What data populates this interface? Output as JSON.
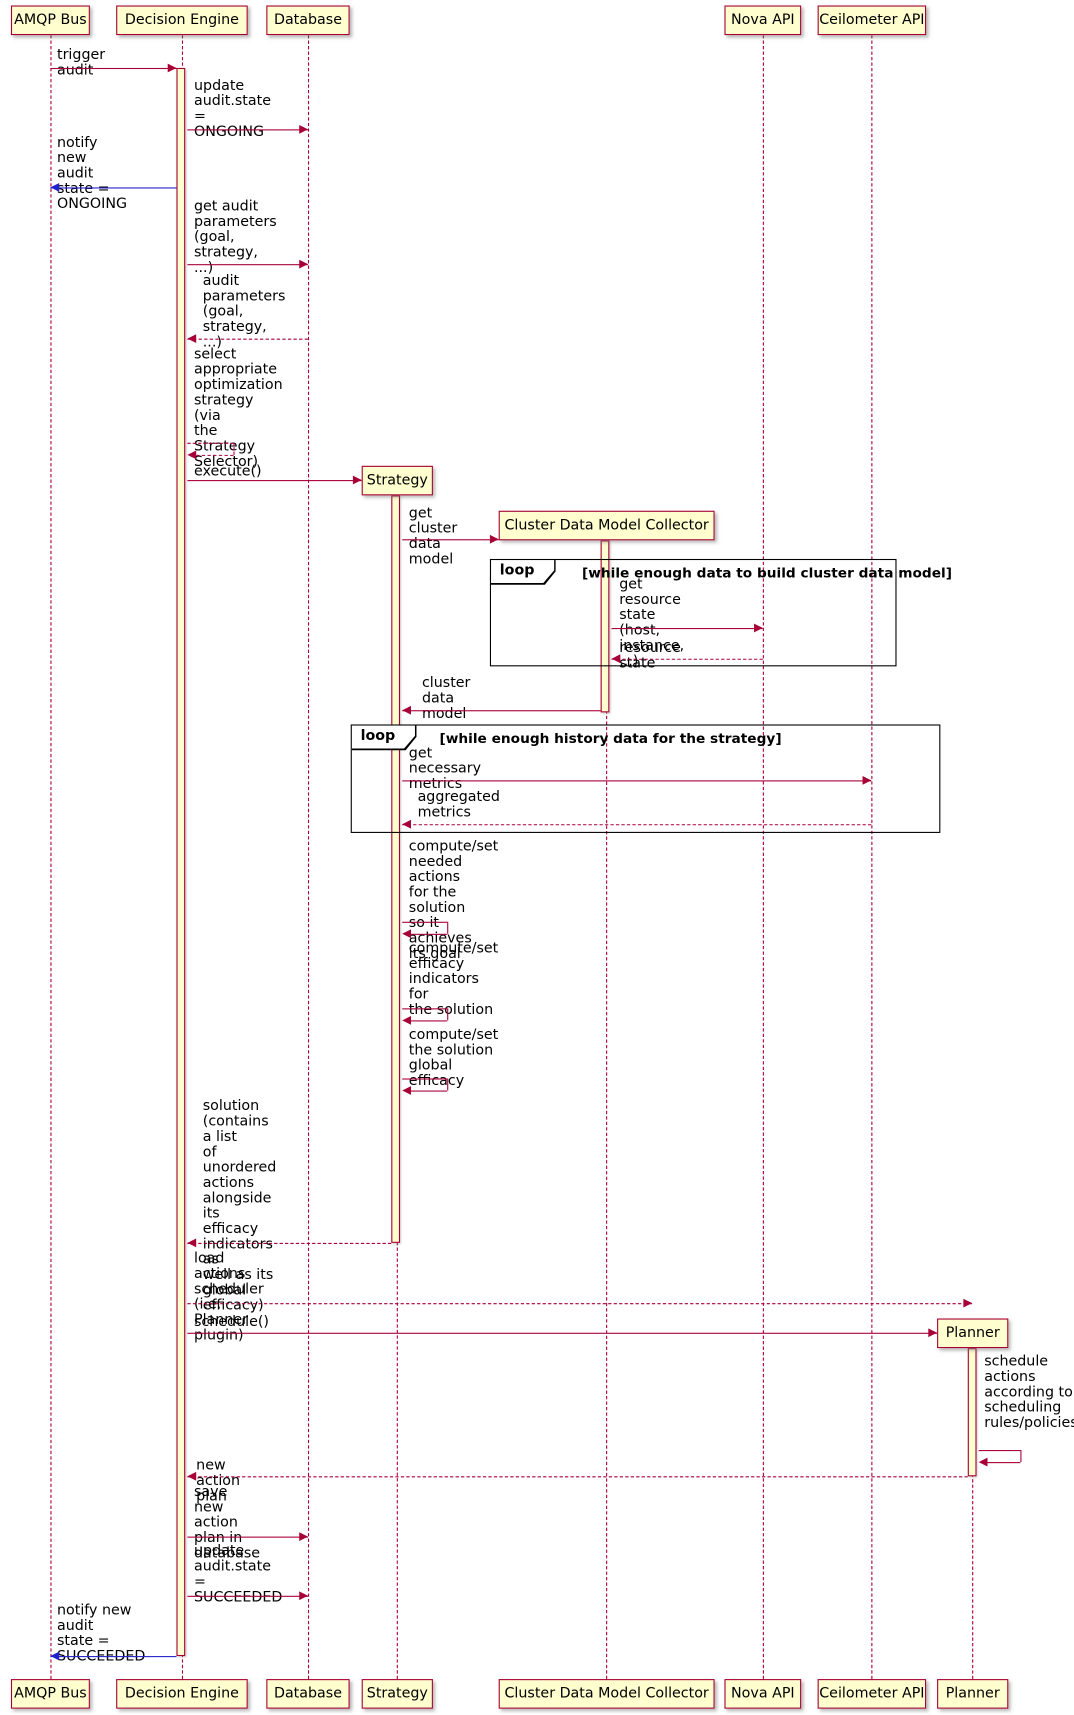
{
  "colors": {
    "accent": "#A80036",
    "fill": "#FEFECE",
    "blue": "#2222CC",
    "frame": "#000000",
    "background": "#FFFFFF"
  },
  "participants": [
    {
      "label": "AMQP Bus"
    },
    {
      "label": "Decision Engine"
    },
    {
      "label": "Database"
    },
    {
      "label": "Strategy"
    },
    {
      "label": "Cluster Data Model Collector"
    },
    {
      "label": "Nova API"
    },
    {
      "label": "Ceilometer API"
    },
    {
      "label": "Planner"
    }
  ],
  "loops": [
    {
      "keyword": "loop",
      "condition": "[while enough data to build cluster data model]"
    },
    {
      "keyword": "loop",
      "condition": "[while enough history data for the strategy]"
    }
  ],
  "messages": [
    {
      "text": "trigger audit",
      "from": "AMQP Bus",
      "to": "Decision Engine",
      "line": "solid",
      "color": "accent"
    },
    {
      "text": "update\naudit.state =\nONGOING",
      "from": "Decision Engine",
      "to": "Database",
      "line": "solid",
      "color": "accent"
    },
    {
      "text": "notify new audit\nstate =\nONGOING",
      "from": "Decision Engine",
      "to": "AMQP Bus",
      "line": "solid",
      "color": "blue"
    },
    {
      "text": "get audit\nparameters\n(goal, strategy,\n...)",
      "from": "Decision Engine",
      "to": "Database",
      "line": "solid",
      "color": "accent"
    },
    {
      "text": "audit\nparameters\n(goal, strategy,\n...)",
      "from": "Database",
      "to": "Decision Engine",
      "line": "dotted",
      "color": "accent"
    },
    {
      "text": "select\nappropriate\noptimization\nstrategy (via\nthe Strategy\nSelector)",
      "from": "Decision Engine",
      "to": "Decision Engine",
      "line": "dotted",
      "color": "accent"
    },
    {
      "text": "execute()",
      "from": "Decision Engine",
      "to": "Strategy",
      "line": "solid",
      "color": "accent"
    },
    {
      "text": "get cluster\ndata model",
      "from": "Strategy",
      "to": "Cluster Data Model Collector",
      "line": "solid",
      "color": "accent"
    },
    {
      "text": "get resource\nstate (host,\ninstance, ...)",
      "from": "Cluster Data Model Collector",
      "to": "Nova API",
      "line": "solid",
      "color": "accent"
    },
    {
      "text": "resource state",
      "from": "Nova API",
      "to": "Cluster Data Model Collector",
      "line": "dotted",
      "color": "accent"
    },
    {
      "text": "cluster data\nmodel",
      "from": "Cluster Data Model Collector",
      "to": "Strategy",
      "line": "solid",
      "color": "accent"
    },
    {
      "text": "get necessary\nmetrics",
      "from": "Strategy",
      "to": "Ceilometer API",
      "line": "solid",
      "color": "accent"
    },
    {
      "text": "aggregated\nmetrics",
      "from": "Ceilometer API",
      "to": "Strategy",
      "line": "dotted",
      "color": "accent"
    },
    {
      "text": "compute/set\nneeded actions\nfor the solution\nso it achieves\nits goal",
      "from": "Strategy",
      "to": "Strategy",
      "line": "solid",
      "color": "accent"
    },
    {
      "text": "compute/set\nefficacy\nindicators for\nthe solution",
      "from": "Strategy",
      "to": "Strategy",
      "line": "solid",
      "color": "accent"
    },
    {
      "text": "compute/set\nthe solution\nglobal efficacy",
      "from": "Strategy",
      "to": "Strategy",
      "line": "solid",
      "color": "accent"
    },
    {
      "text": "solution\n(contains a list\nof unordered\nactions\nalongside its\nefficacy\nindicators as\nwell as its\nglobal efficacy)",
      "from": "Strategy",
      "to": "Decision Engine",
      "line": "dotted",
      "color": "accent"
    },
    {
      "text": "load actions\nscheduler (i.e.\nPlanner plugin)",
      "from": "Decision Engine",
      "to": "Planner",
      "line": "dotted",
      "color": "accent"
    },
    {
      "text": "schedule()",
      "from": "Decision Engine",
      "to": "Planner",
      "line": "solid",
      "color": "accent"
    },
    {
      "text": "schedule\nactions\naccording to\nscheduling\nrules/policies",
      "from": "Planner",
      "to": "Planner",
      "line": "solid",
      "color": "accent"
    },
    {
      "text": "new action plan",
      "from": "Planner",
      "to": "Decision Engine",
      "line": "dotted",
      "color": "accent"
    },
    {
      "text": "save new\naction plan in\ndatabase",
      "from": "Decision Engine",
      "to": "Database",
      "line": "solid",
      "color": "accent"
    },
    {
      "text": "update\naudit.state =\nSUCCEEDED",
      "from": "Decision Engine",
      "to": "Database",
      "line": "solid",
      "color": "accent"
    },
    {
      "text": "notify new audit\nstate =\nSUCCEEDED",
      "from": "Decision Engine",
      "to": "AMQP Bus",
      "line": "solid",
      "color": "blue"
    }
  ]
}
